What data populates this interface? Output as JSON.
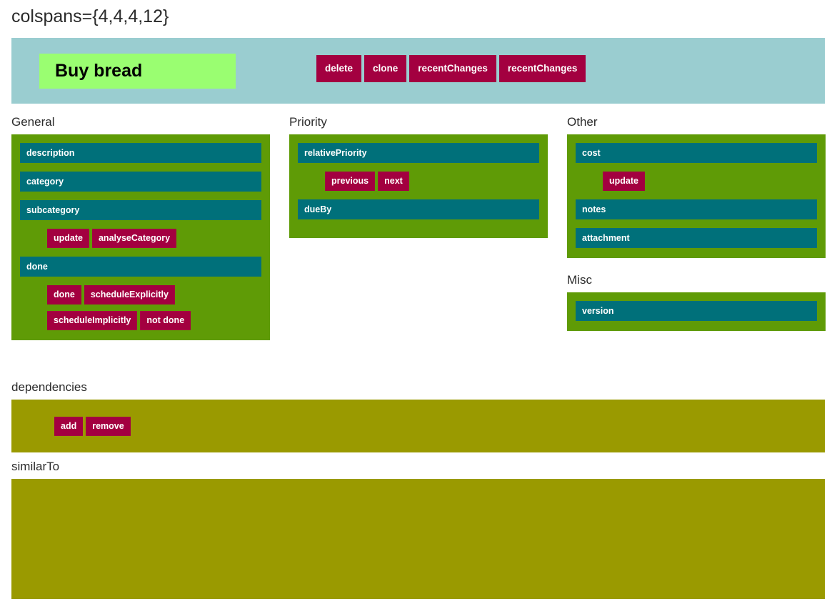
{
  "page": {
    "heading": "colspans={4,4,4,12}"
  },
  "header": {
    "title": "Buy bread",
    "actions": [
      {
        "label": "delete"
      },
      {
        "label": "clone"
      },
      {
        "label": "recentChanges"
      },
      {
        "label": "recentChanges"
      }
    ]
  },
  "columns": {
    "general": {
      "label": "General",
      "fields": [
        {
          "label": "description"
        },
        {
          "label": "category"
        },
        {
          "label": "subcategory"
        }
      ],
      "category_actions": [
        {
          "label": "update"
        },
        {
          "label": "analyseCategory"
        }
      ],
      "done_field": {
        "label": "done"
      },
      "done_actions_row1": [
        {
          "label": "done"
        },
        {
          "label": "scheduleExplicitly"
        }
      ],
      "done_actions_row2": [
        {
          "label": "scheduleImplicitly"
        },
        {
          "label": "not done"
        }
      ]
    },
    "priority": {
      "label": "Priority",
      "relative_priority_field": {
        "label": "relativePriority"
      },
      "priority_actions": [
        {
          "label": "previous"
        },
        {
          "label": "next"
        }
      ],
      "due_by_field": {
        "label": "dueBy"
      }
    },
    "other": {
      "label": "Other",
      "cost_field": {
        "label": "cost"
      },
      "cost_actions": [
        {
          "label": "update"
        }
      ],
      "fields": [
        {
          "label": "notes"
        },
        {
          "label": "attachment"
        }
      ]
    },
    "misc": {
      "label": "Misc",
      "version_field": {
        "label": "version"
      }
    }
  },
  "bottom": {
    "dependencies": {
      "label": "dependencies",
      "actions": [
        {
          "label": "add"
        },
        {
          "label": "remove"
        }
      ]
    },
    "similar_to": {
      "label": "similarTo"
    }
  },
  "colors": {
    "header_bar": "#9acdd0",
    "title_box": "#9afe71",
    "panel_green": "#5f9b06",
    "panel_olive": "#9a9a00",
    "field_teal": "#00707a",
    "button_crimson": "#a30040",
    "text_dark": "#2b2b2b"
  }
}
